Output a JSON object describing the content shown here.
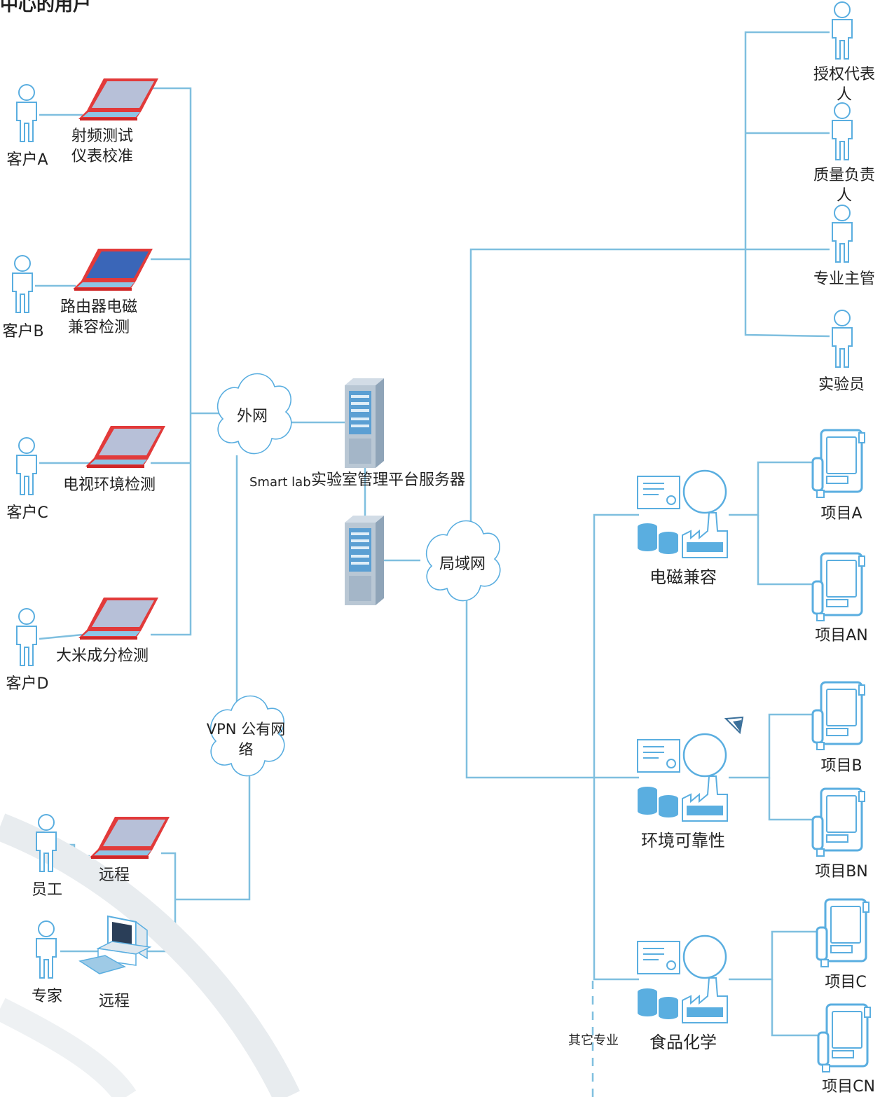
{
  "header": "中心的用户",
  "clients": [
    {
      "name": "客户A",
      "task": "射频测试仪表校准"
    },
    {
      "name": "客户B",
      "task": "路由器电磁兼容检测"
    },
    {
      "name": "客户C",
      "task": "电视环境检测"
    },
    {
      "name": "客户D",
      "task": "大米成分检测"
    }
  ],
  "networks": {
    "external": "外网",
    "lan": "局域网",
    "vpn": "VPN 公有网络"
  },
  "server": {
    "smartlab": "Smart lab",
    "label": "实验室管理平台服务器"
  },
  "remote": {
    "employee": "员工",
    "employee_device": "远程",
    "expert": "专家",
    "expert_device": "远程"
  },
  "staff": [
    "授权代表人",
    "质量负责人",
    "专业主管",
    "实验员"
  ],
  "departments": [
    {
      "name": "电磁兼容",
      "projects": [
        "项目A",
        "项目AN"
      ]
    },
    {
      "name": "环境可靠性",
      "projects": [
        "项目B",
        "项目BN"
      ]
    },
    {
      "name": "食品化学",
      "projects": [
        "项目C",
        "项目CN"
      ]
    }
  ],
  "other": "其它专业",
  "colors": {
    "line": "#7fbfdf",
    "laptop_frame": "#e23a3a",
    "icon_stroke": "#5aaee0",
    "server": "#9fb4c8"
  }
}
